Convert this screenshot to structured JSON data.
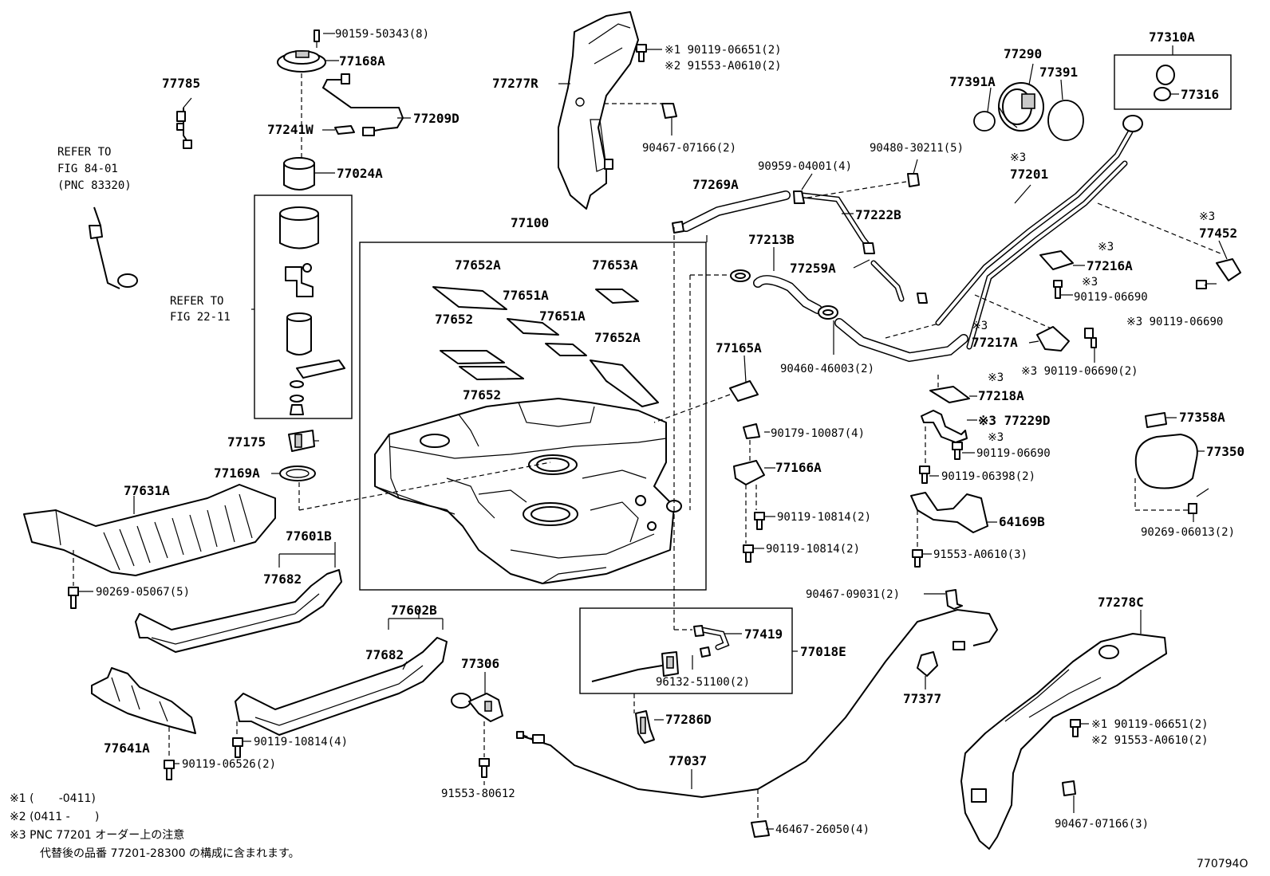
{
  "labels": {
    "l77785": "77785",
    "l90159": "90159-50343(8)",
    "l77168A": "77168A",
    "l77209D": "77209D",
    "l77241W": "77241W",
    "l77024A": "77024A",
    "refer1a": "REFER TO",
    "refer1b": "FIG 84-01",
    "refer1c": "(PNC 83320)",
    "refer2a": "REFER TO",
    "refer2b": "FIG 22-11",
    "l77175": "77175",
    "l77169A": "77169A",
    "l77631A": "77631A",
    "l90269_05067": "90269-05067(5)",
    "l77601B": "77601B",
    "l77682a": "77682",
    "l77602B": "77602B",
    "l77682b": "77682",
    "l77641A": "77641A",
    "l90119_06526": "90119-06526(2)",
    "l90119_10814_4": "90119-10814(4)",
    "l77277R": "77277R",
    "s1_a": "※1 90119-06651(2)",
    "s2_a": "※2 91553-A0610(2)",
    "l90467_07166_2": "90467-07166(2)",
    "l77100": "77100",
    "l77652A_1": "77652A",
    "l77653A": "77653A",
    "l77651A_1": "77651A",
    "l77651A_2": "77651A",
    "l77652_1": "77652",
    "l77652A_2": "77652A",
    "l77652_2": "77652",
    "l77165A": "77165A",
    "l77269A": "77269A",
    "l90959": "90959-04001(4)",
    "l90480": "90480-30211(5)",
    "l77222B": "77222B",
    "l77213B": "77213B",
    "l77259A": "77259A",
    "l90460": "90460-46003(2)",
    "l90179": "90179-10087(4)",
    "l77166A": "77166A",
    "l90119_10814_2a": "90119-10814(2)",
    "l90119_10814_2b": "90119-10814(2)",
    "l77306": "77306",
    "l91553_80612": "91553-80612",
    "l77419": "77419",
    "l77018E": "77018E",
    "l96132": "96132-51100(2)",
    "l77286D": "77286D",
    "l77037": "77037",
    "l46467": "46467-26050(4)",
    "l90467_09031": "90467-09031(2)",
    "l77377": "77377",
    "l77290": "77290",
    "l77391A": "77391A",
    "l77391": "77391",
    "l77310A": "77310A",
    "l77316": "77316",
    "s3_77201": "※3",
    "l77201": "77201",
    "s3_77452": "※3",
    "l77452": "77452",
    "s3_77216A": "※3",
    "l77216A": "77216A",
    "s3_06690a": "※3",
    "l90119_06690a": "90119-06690",
    "l90119_06690b": "※3 90119-06690",
    "s3_77217A": "※3",
    "l77217A": "77217A",
    "l90119_06690c": "※3 90119-06690(2)",
    "s3_77218A": "※3",
    "l77218A": "77218A",
    "l77229D": "※3 77229D",
    "s3_06690d": "※3",
    "l90119_06690d": "90119-06690",
    "l90119_06398": "90119-06398(2)",
    "l64169B": "64169B",
    "l91553_A0610_3": "91553-A0610(3)",
    "l77358A": "77358A",
    "l77350": "77350",
    "l90269_06013": "90269-06013(2)",
    "l77278C": "77278C",
    "s1_b": "※1 90119-06651(2)",
    "s2_b": "※2 91553-A0610(2)",
    "l90467_07166_3": "90467-07166(3)"
  },
  "notes": {
    "n1": "※1 (       -0411)",
    "n2": "※2 (0411 -       )",
    "n3": "※3 PNC 77201 オーダー上の注意",
    "n4": "代替後の品番 77201-28300 の構成に含まれます。"
  },
  "figure_id": "770794O"
}
